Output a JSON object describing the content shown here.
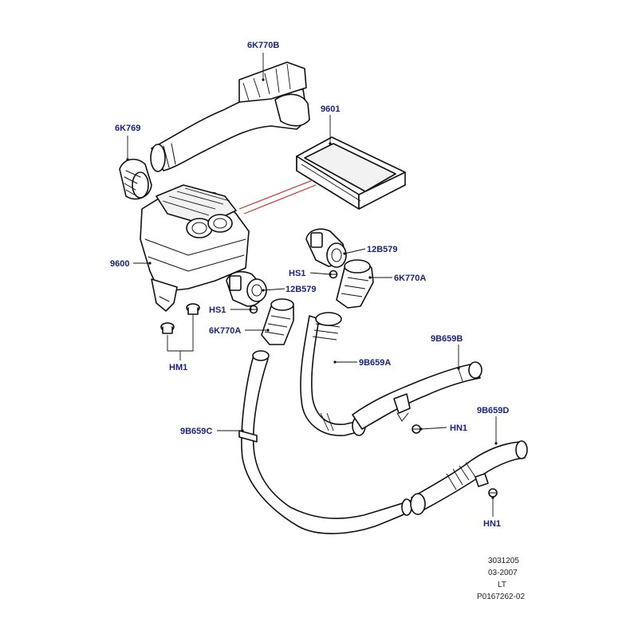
{
  "diagram": {
    "callouts": {
      "c_6k770b": "6K770B",
      "c_9601": "9601",
      "c_6k769": "6K769",
      "c_12b579_upper": "12B579",
      "c_hs1_upper": "HS1",
      "c_6k770a_upper": "6K770A",
      "c_9600": "9600",
      "c_12b579_lower": "12B579",
      "c_hs1_lower": "HS1",
      "c_6k770a_lower": "6K770A",
      "c_9b659b": "9B659B",
      "c_9b659a": "9B659A",
      "c_hm1": "HM1",
      "c_hn1_upper": "HN1",
      "c_9b659d": "9B659D",
      "c_9b659c": "9B659C",
      "c_hn1_lower": "HN1"
    },
    "footer": {
      "line1": "3031205",
      "line2": "03-2007",
      "line3": "LT",
      "line4": "P0167262-02"
    },
    "colors": {
      "callout_text": "#1a237e",
      "filter_indicator": "#d32f2f",
      "outline": "#111111"
    }
  }
}
